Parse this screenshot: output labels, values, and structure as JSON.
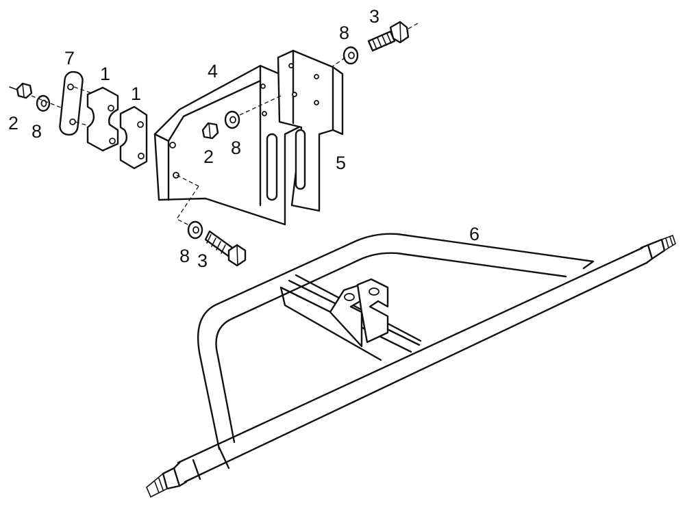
{
  "callouts": {
    "part_1a": "1",
    "part_1b": "1",
    "part_2a": "2",
    "part_2b": "2",
    "part_3a": "3",
    "part_3b": "3",
    "part_4": "4",
    "part_5": "5",
    "part_6": "6",
    "part_7": "7",
    "part_8a": "8",
    "part_8b": "8",
    "part_8c": "8"
  }
}
